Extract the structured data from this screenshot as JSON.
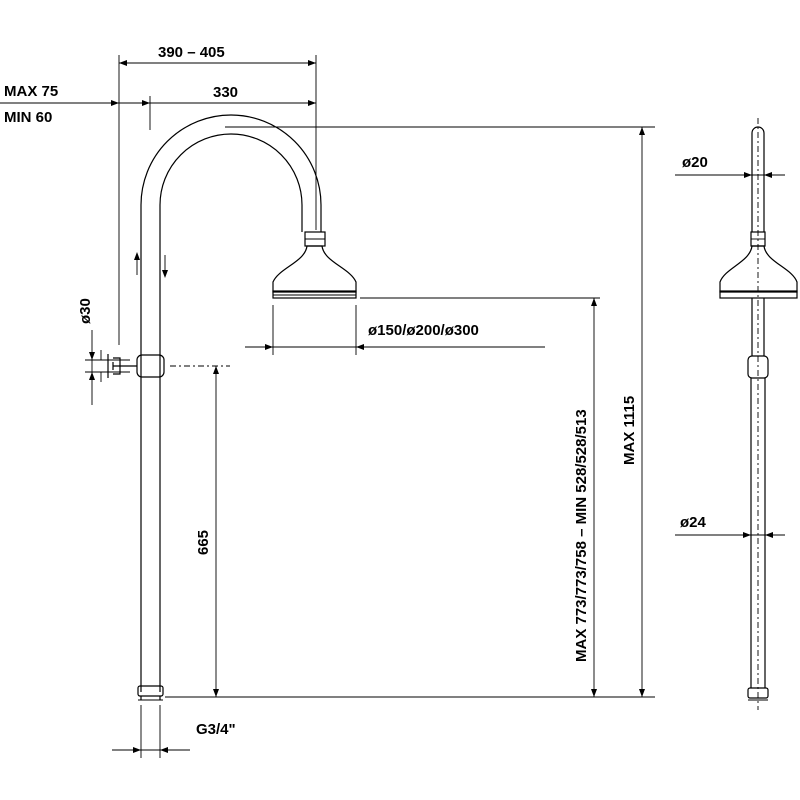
{
  "dimensions": {
    "span_range": "390 – 405",
    "span_fixed": "330",
    "offset_max": "MAX 75",
    "offset_min": "MIN 60",
    "wall_bracket_dia": "ø30",
    "head_dia": "ø150/ø200/ø300",
    "arm_dia": "ø20",
    "pipe_dia": "ø24",
    "lower_height": "665",
    "head_height": "MAX 773/773/758 – MIN 528/528/513",
    "total_height": "MAX 1115",
    "thread": "G3/4\""
  }
}
